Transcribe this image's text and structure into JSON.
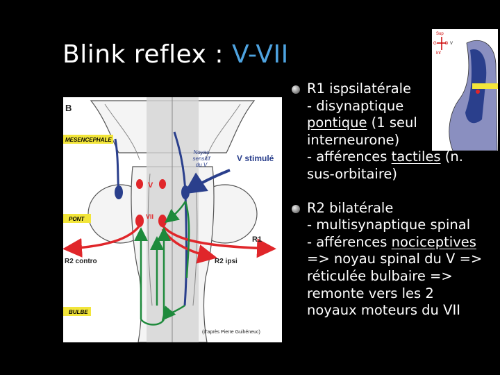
{
  "title": {
    "main": "Blink reflex : ",
    "accent": "V-VII"
  },
  "figure": {
    "panel_letter": "B",
    "levels": [
      "MESENCEPHALE",
      "PONT",
      "BULBE"
    ],
    "nucleus_label": "Noyau sensitif du V",
    "nucleus_lines": [
      "Noyau",
      "sensitif",
      "du V"
    ],
    "stim_label": "V stimulé",
    "v_label": "V",
    "vii_label": "VII",
    "r1_label": "R1",
    "r2_contro_label": "R2 contro",
    "r2_ipsi_label": "R2 ipsi",
    "credit": "(d'après Pierre Guihéneuc)",
    "colors": {
      "afferent": "#2a3f8c",
      "motor": "#e0262a",
      "interneuron": "#1e8a3c",
      "level_box": "#f2e53a"
    }
  },
  "inset": {
    "labels": [
      "Sup",
      "G",
      "D",
      "V",
      "Inf"
    ]
  },
  "bullets": [
    {
      "lines": [
        [
          {
            "t": "R1 ispsilatérale"
          }
        ],
        [
          {
            "t": "- disynaptique"
          }
        ],
        [
          {
            "t": "pontique",
            "u": true
          },
          {
            "t": " (1 seul"
          }
        ],
        [
          {
            "t": "interneurone)"
          }
        ],
        [
          {
            "t": "- afférences "
          },
          {
            "t": "tactiles",
            "u": true
          },
          {
            "t": " (n."
          }
        ],
        [
          {
            "t": "sus-orbitaire)"
          }
        ]
      ]
    },
    {
      "lines": [
        [
          {
            "t": "R2 bilatérale"
          }
        ],
        [
          {
            "t": "- multisynaptique spinal"
          }
        ],
        [
          {
            "t": "- afférences "
          },
          {
            "t": "nociceptives",
            "u": true
          }
        ],
        [
          {
            "t": "=> noyau spinal du V =>"
          }
        ],
        [
          {
            "t": "réticulée bulbaire =>"
          }
        ],
        [
          {
            "t": "remonte vers les 2"
          }
        ],
        [
          {
            "t": "noyaux moteurs du VII"
          }
        ]
      ]
    }
  ]
}
